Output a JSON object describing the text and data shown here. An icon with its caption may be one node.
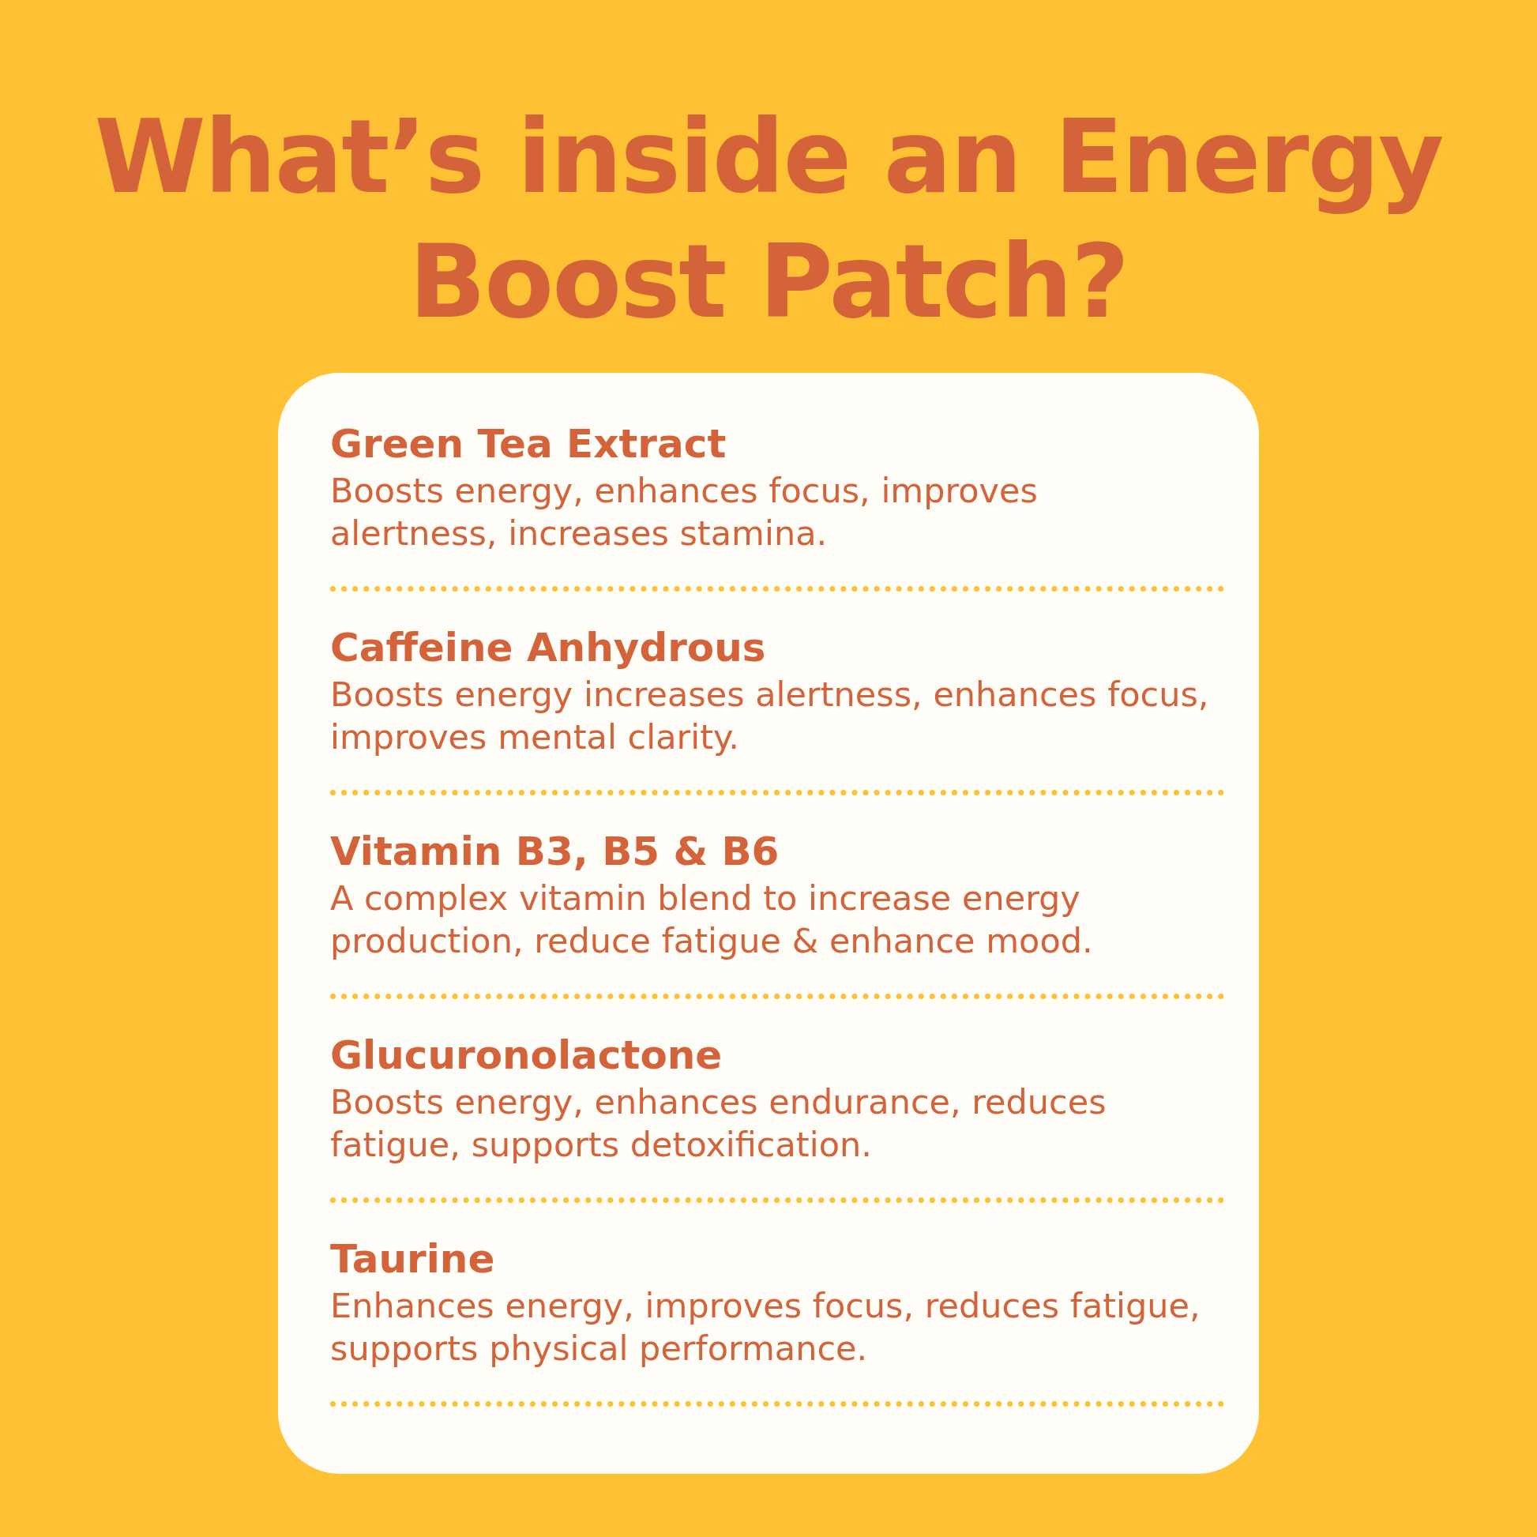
{
  "diagram": {
    "title": "What’s inside an Energy Boost Patch?",
    "nodes": [
      {
        "text": [
          "Green Tea Extract",
          "Boosts energy, enhances focus, improves alertness, increases stamina.",
          "Caffeine Anhydrous",
          "Boosts energy increases alertness, enhances focus, improves mental clarity.",
          "Vitamin B3, B5 & B6",
          "A complex vitamin blend to increase energy production, reduce fatigue & enhance mood.",
          "Glucuronolactone",
          "Boosts energy, enhances endurance, reduces fatigue, supports detoxification.",
          "Taurine",
          "Enhances energy, improves focus, reduces fatigue, supports physical performance."
        ]
      }
    ],
    "edges": []
  }
}
